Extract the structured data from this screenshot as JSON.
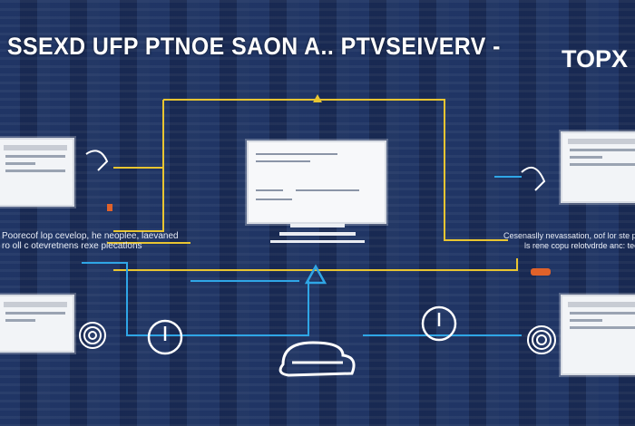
{
  "header": {
    "title": "SSEXD UFP PTNOE SAON A.. PTVSEIVERV -",
    "right_title": "TOPX"
  },
  "side_text": {
    "left_line1": "Poorecof lop cevelop,  he neoplee, laevaned",
    "left_line2": "ro oll c otevretnens  rexe piecatlons",
    "right_line1": "Cesenaslly nevassation, oof lor ste paced",
    "right_line2": "ls  rene copu relotvdrde anc: teeceros"
  },
  "icons": [
    "warning-icon",
    "document-icon",
    "fingerprint-icon",
    "power-icon",
    "cloud-icon",
    "arrow-up-icon"
  ],
  "colors": {
    "background": "#1b2c55",
    "wire_yellow": "#e8c531",
    "wire_blue": "#2fa6e6",
    "accent_orange": "#e0622a"
  }
}
